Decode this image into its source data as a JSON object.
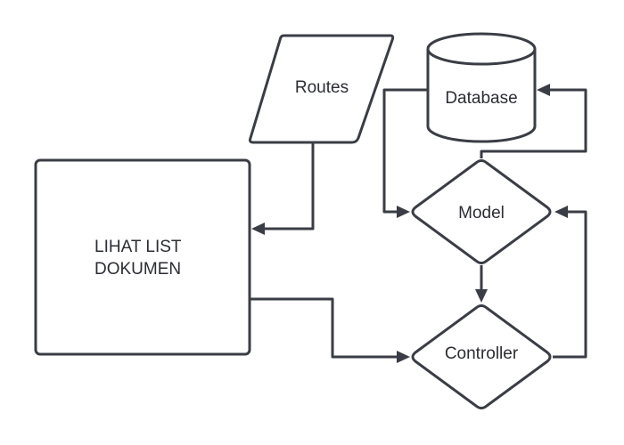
{
  "diagram": {
    "nodes": {
      "main": {
        "line1": "LIHAT LIST",
        "line2": "DOKUMEN"
      },
      "routes": {
        "label": "Routes"
      },
      "database": {
        "label": "Database"
      },
      "model": {
        "label": "Model"
      },
      "controller": {
        "label": "Controller"
      }
    },
    "colors": {
      "stroke": "#3a3d45",
      "text": "#2b2d33",
      "fill": "#ffffff"
    }
  }
}
